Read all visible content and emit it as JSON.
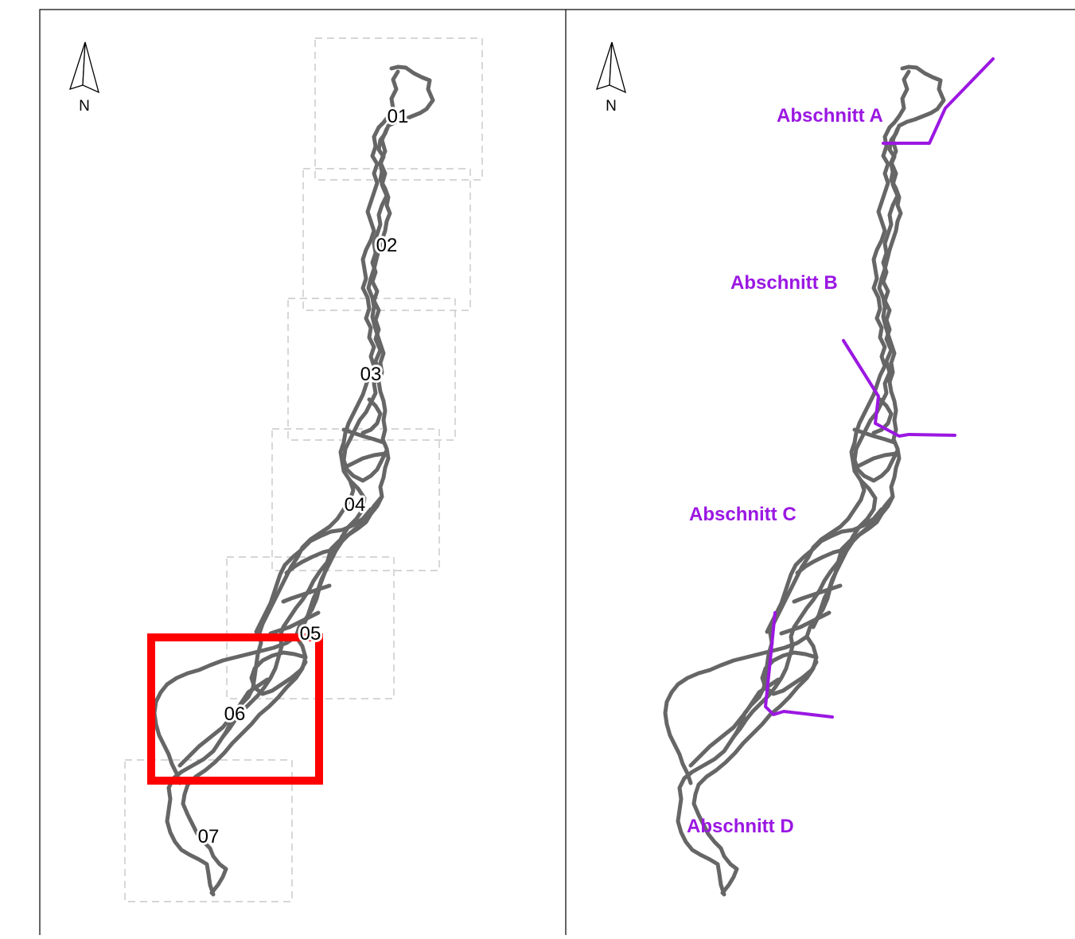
{
  "colors": {
    "route": "#666666",
    "tile_border": "#bdbdbd",
    "highlight": "#ff0000",
    "section_accent": "#9b17e2",
    "frame": "#000000"
  },
  "left_panel": {
    "north_arrow": {
      "label": "N",
      "icon": "north-arrow-icon"
    },
    "tiles": [
      {
        "label": "01"
      },
      {
        "label": "02"
      },
      {
        "label": "03"
      },
      {
        "label": "04"
      },
      {
        "label": "05"
      },
      {
        "label": "06"
      },
      {
        "label": "07"
      }
    ],
    "highlighted_tile": "06"
  },
  "right_panel": {
    "north_arrow": {
      "label": "N",
      "icon": "north-arrow-icon"
    },
    "sections": [
      {
        "label": "Abschnitt A"
      },
      {
        "label": "Abschnitt B"
      },
      {
        "label": "Abschnitt C"
      },
      {
        "label": "Abschnitt D"
      }
    ]
  }
}
